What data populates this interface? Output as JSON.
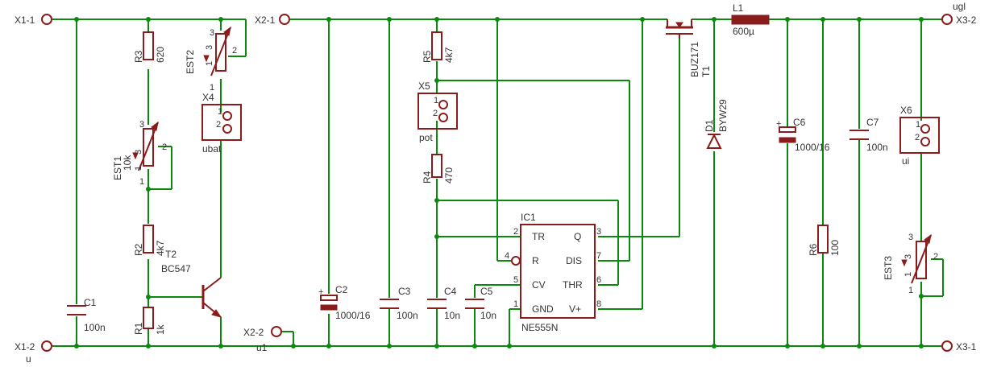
{
  "ports": {
    "x1_1": "X1-1",
    "x1_2": "X1-2",
    "u": "u",
    "x2_1": "X2-1",
    "x2_2": "X2-2",
    "u1": "u1",
    "x3_1": "X3-1",
    "x3_2": "X3-2",
    "ugl": "ugl"
  },
  "components": {
    "r3": {
      "name": "R3",
      "value": "620"
    },
    "r2": {
      "name": "R2",
      "value": "4k7"
    },
    "r1": {
      "name": "R1",
      "value": "1k"
    },
    "r5": {
      "name": "R5",
      "value": "4k7"
    },
    "r4": {
      "name": "R4",
      "value": "470"
    },
    "r6": {
      "name": "R6",
      "value": "100"
    },
    "c1": {
      "name": "C1",
      "value": "100n"
    },
    "c2": {
      "name": "C2",
      "value": "1000/16"
    },
    "c3": {
      "name": "C3",
      "value": "100n"
    },
    "c4": {
      "name": "C4",
      "value": "10n"
    },
    "c5": {
      "name": "C5",
      "value": "10n"
    },
    "c6": {
      "name": "C6",
      "value": "1000/16"
    },
    "c7": {
      "name": "C7",
      "value": "100n"
    },
    "est1": {
      "name": "EST1",
      "value": "10k"
    },
    "est2": {
      "name": "EST2"
    },
    "est3": {
      "name": "EST3"
    },
    "t2": {
      "name": "T2",
      "value": "BC547"
    },
    "t1": {
      "name": "T1",
      "value": "BUZ171"
    },
    "d1": {
      "name": "D1",
      "value": "BYW29"
    },
    "l1": {
      "name": "L1",
      "value": "600µ"
    },
    "x4": {
      "name": "X4",
      "value": "ubat"
    },
    "x5": {
      "name": "X5",
      "value": "pot"
    },
    "x6": {
      "name": "X6",
      "value": "ui"
    },
    "ic1": {
      "name": "IC1",
      "value": "NE555N"
    }
  },
  "ic_pins": {
    "tr": "TR",
    "r": "R",
    "cv": "CV",
    "gnd": "GND",
    "q": "Q",
    "dis": "DIS",
    "thr": "THR",
    "vplus": "V+",
    "n1": "1",
    "n2": "2",
    "n3": "3",
    "n4": "4",
    "n5": "5",
    "n6": "6",
    "n7": "7",
    "n8": "8"
  },
  "pin_numbers": {
    "one": "1",
    "two": "2",
    "three": "3"
  },
  "colors": {
    "wire": "#0a8a0a",
    "part": "#8b1c1c",
    "text": "#333333",
    "background": "#ffffff"
  }
}
